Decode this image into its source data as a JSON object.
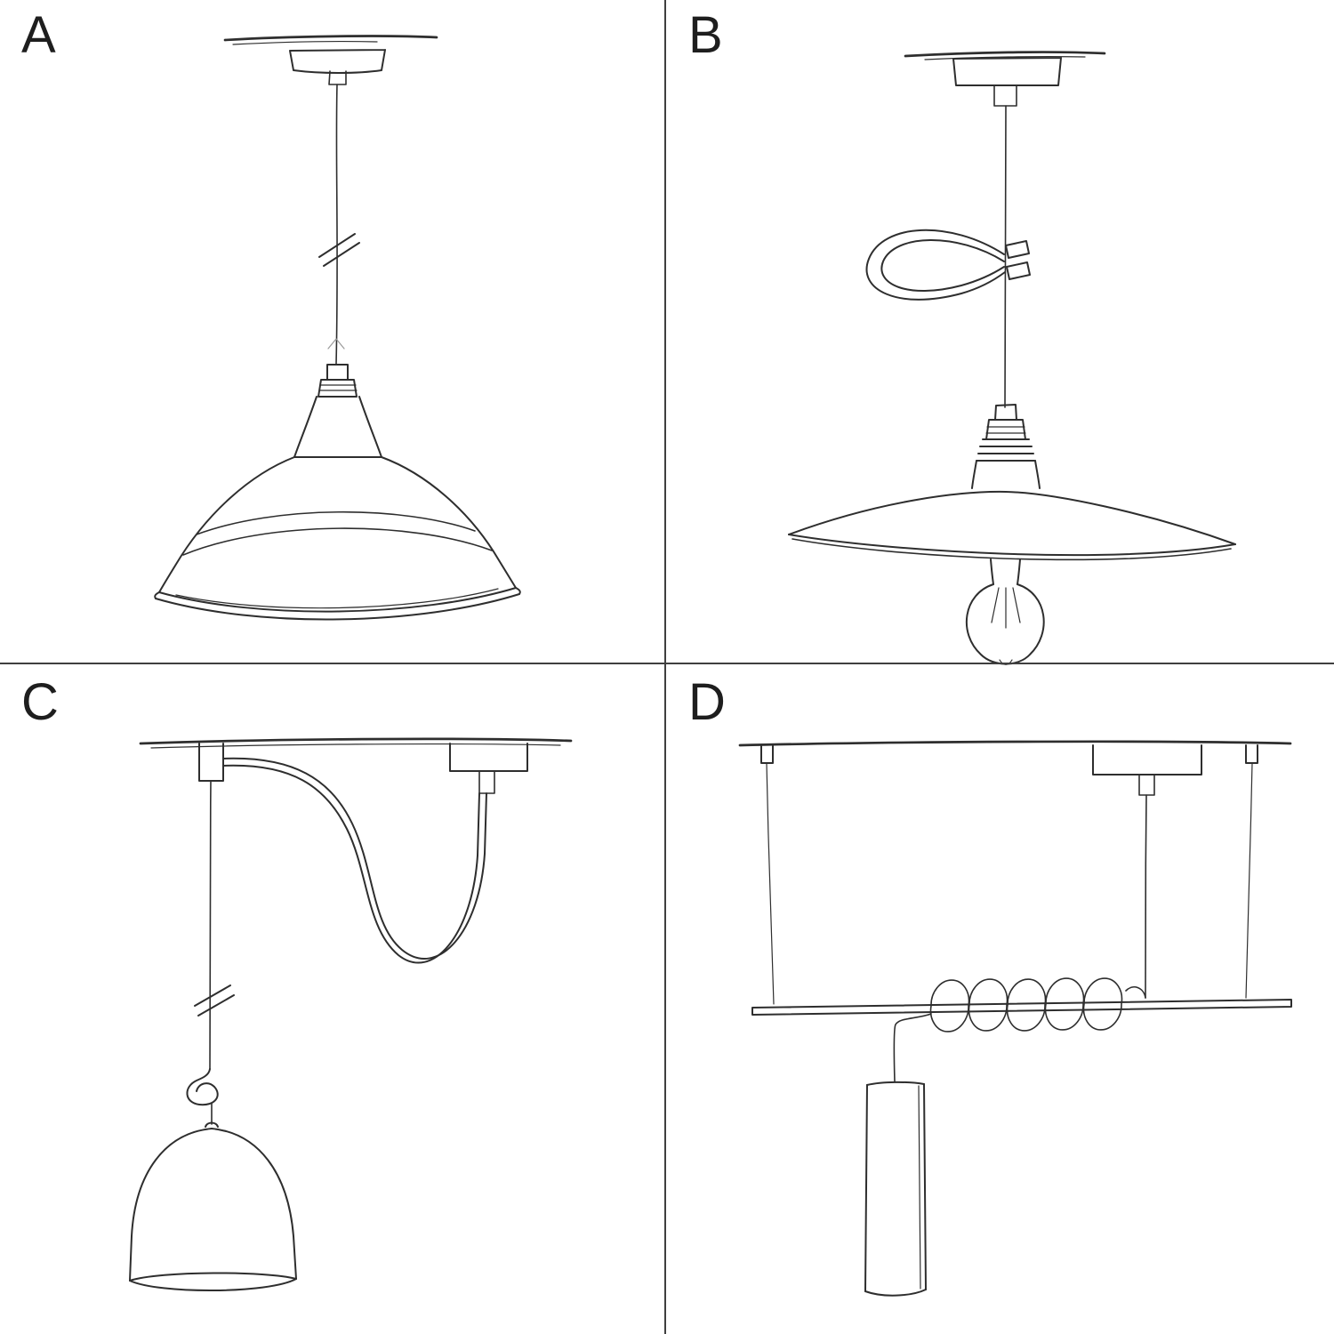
{
  "page": {
    "background_color": "#ffffff",
    "divider_color": "#3f3f3f",
    "sketch_stroke_color": "#2e2e2e"
  },
  "panels": [
    {
      "label": "A",
      "sketch": "pendant-lamp-with-industrial-barn-shade"
    },
    {
      "label": "B",
      "sketch": "pendant-lamp-with-flat-plate-shade-exposed-bulb-and-cable-loop"
    },
    {
      "label": "C",
      "sketch": "swag-pendant-with-ceiling-hook-knot-and-bell-shade"
    },
    {
      "label": "D",
      "sketch": "suspended-bar-with-wrapped-cable-and-tube-pendant"
    }
  ]
}
